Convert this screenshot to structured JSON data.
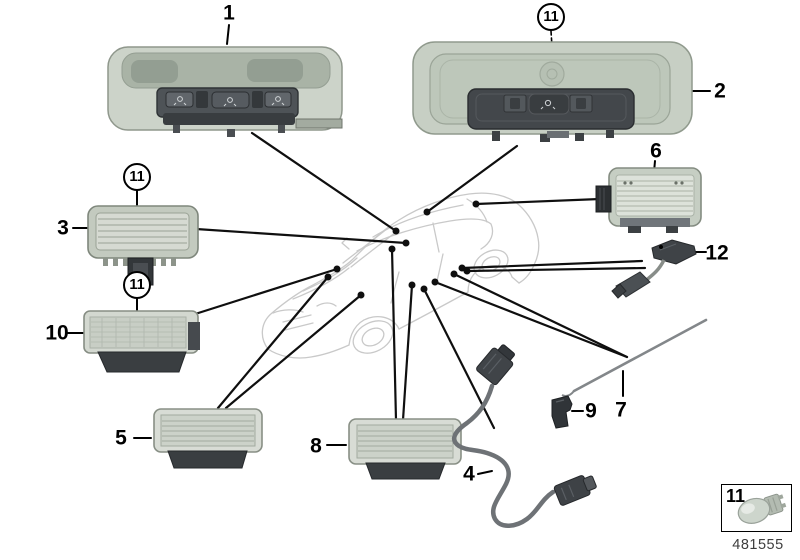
{
  "diagram": {
    "doc_number": "481555",
    "labels": {
      "p1": "1",
      "p2": "2",
      "p3": "3",
      "p4": "4",
      "p5": "5",
      "p6": "6",
      "p7": "7",
      "p8": "8",
      "p9": "9",
      "p10": "10",
      "p12": "12",
      "bulb_roof": "11",
      "bulb_front_light": "11",
      "bulb_lower_light": "11",
      "legend_bulb": "11"
    },
    "colors": {
      "housing": "#c9d1c6",
      "lens": "#d9ddd5",
      "dark_base": "#3c4043",
      "leader_line": "#0f0f0f",
      "car_outline": "#c9c9c9"
    },
    "icons": [
      "reading-lamp-button-icon",
      "dome-lamp-button-icon",
      "bulb-socket-icon"
    ]
  }
}
